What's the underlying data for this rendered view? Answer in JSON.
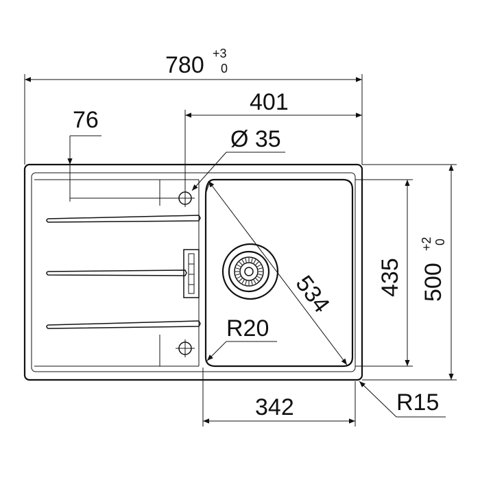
{
  "dimensions": {
    "overall_width": {
      "value": "780",
      "tol_upper": "+3",
      "tol_lower": "0"
    },
    "bowl_offset": {
      "value": "401"
    },
    "drainer_offset": {
      "value": "76"
    },
    "hole_diameter": {
      "value": "Ø 35"
    },
    "bowl_diagonal": {
      "value": "534"
    },
    "inner_radius": {
      "value": "R20"
    },
    "bowl_width": {
      "value": "342"
    },
    "corner_radius": {
      "value": "R15"
    },
    "bowl_depth": {
      "value": "435"
    },
    "overall_depth": {
      "value": "500",
      "tol_upper": "+2",
      "tol_lower": "0"
    }
  },
  "colors": {
    "line": "#111111",
    "background": "#ffffff"
  }
}
